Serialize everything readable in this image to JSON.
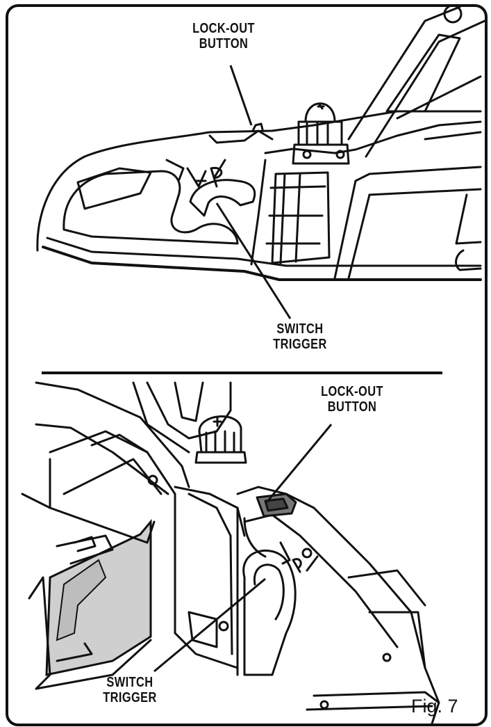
{
  "figure": {
    "label": "Fig. 7"
  },
  "top_view": {
    "lockout_callout": [
      "LOCK-OUT",
      "BUTTON"
    ],
    "trigger_callout": [
      "SWITCH",
      "TRIGGER"
    ]
  },
  "bottom_view": {
    "lockout_callout": [
      "LOCK-OUT",
      "BUTTON"
    ],
    "trigger_callout": [
      "SWITCH",
      "TRIGGER"
    ]
  },
  "colors": {
    "line": "#111111",
    "panel_fill": "#cfcfcf",
    "background": "#ffffff"
  }
}
